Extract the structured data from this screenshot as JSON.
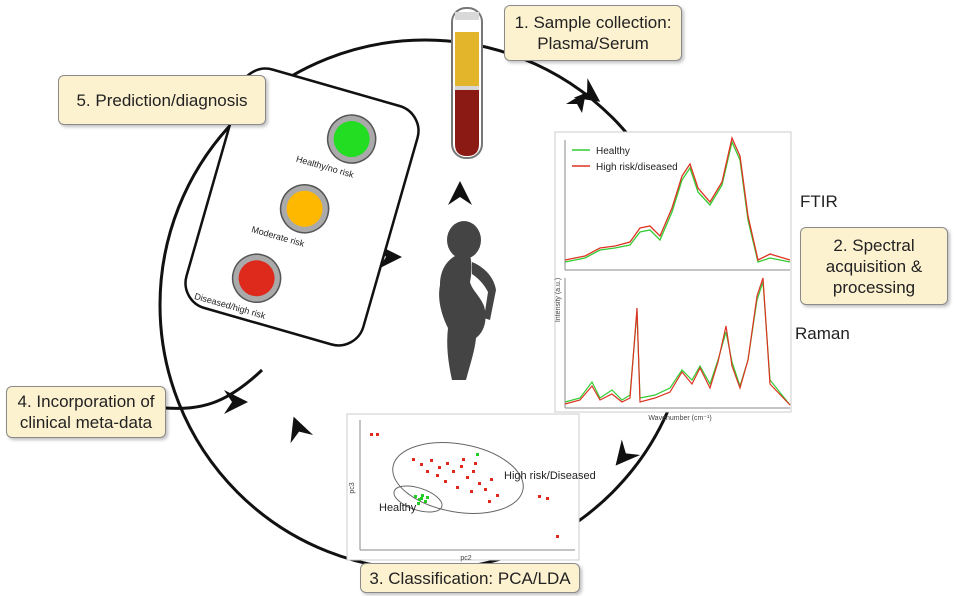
{
  "steps": {
    "s1": {
      "line1": "1. Sample collection:",
      "line2": "Plasma/Serum"
    },
    "s2": {
      "line1": "2. Spectral",
      "line2": "acquisition &",
      "line3": "processing"
    },
    "s3": {
      "line1": "3. Classification: PCA/LDA"
    },
    "s4": {
      "line1": "4. Incorporation of",
      "line2": "clinical meta-data"
    },
    "s5": {
      "line1": "5. Prediction/diagnosis"
    }
  },
  "traffic_light": {
    "green_label": "Healthy/no risk",
    "amber_label": "Moderate risk",
    "red_label": "Diseased/high risk",
    "colors": {
      "green": "#22dd22",
      "amber": "#ffb800",
      "red": "#dd2a1c"
    }
  },
  "spectra": {
    "ftir_label": "FTIR",
    "raman_label": "Raman",
    "legend_healthy": "Healthy",
    "legend_diseased": "High risk/diseased",
    "y_axis": "Intensity (a.u.)",
    "x_axis": "Wavenumber (cm⁻¹)",
    "colors": {
      "healthy": "#33cc33",
      "diseased": "#dd3322"
    }
  },
  "pca": {
    "group_high": "High risk/Diseased",
    "group_healthy": "Healthy",
    "x_axis": "pc2",
    "y_axis": "pc3"
  }
}
